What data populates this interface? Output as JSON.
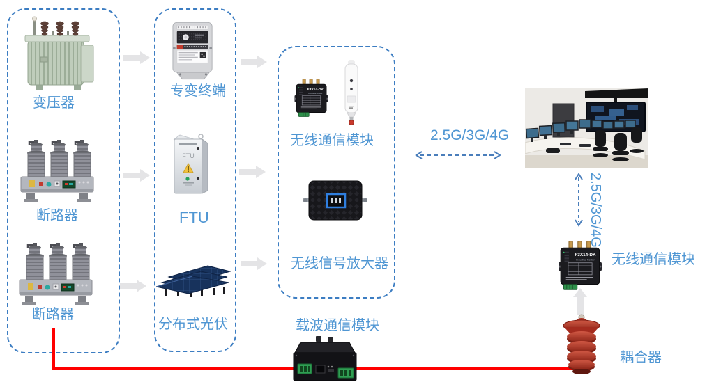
{
  "diagram": {
    "columns": {
      "primary_equipment": {
        "items": [
          {
            "label": "变压器"
          },
          {
            "label": "断路器"
          },
          {
            "label": "断路器"
          }
        ]
      },
      "terminals": {
        "items": [
          {
            "label": "专变终端"
          },
          {
            "label": "FTU"
          },
          {
            "label": "分布式光伏"
          }
        ]
      },
      "wireless": {
        "items": [
          {
            "label": "无线通信模块"
          },
          {
            "label": "无线信号放大器"
          }
        ]
      }
    },
    "links": {
      "wan_horizontal": "2.5G/3G/4G",
      "wan_vertical": "2.5G/3G/4G"
    },
    "right_side": {
      "wireless_module_label": "无线通信模块",
      "coupler_label": "耦合器"
    },
    "bottom": {
      "carrier_module_label": "载波通信模块"
    },
    "device_text": {
      "router_model": "F3X14-DK",
      "router_subtitle": "Industrial Router",
      "ftu_cabinet_text": "FTU"
    },
    "colors": {
      "label_blue": "#4f96d3",
      "box_border_blue": "#3c7dc2",
      "red_line": "#ff0000",
      "flow_arrow_gray": "#e4e4e6",
      "dashed_arrow_blue": "#4a7ebb"
    }
  }
}
